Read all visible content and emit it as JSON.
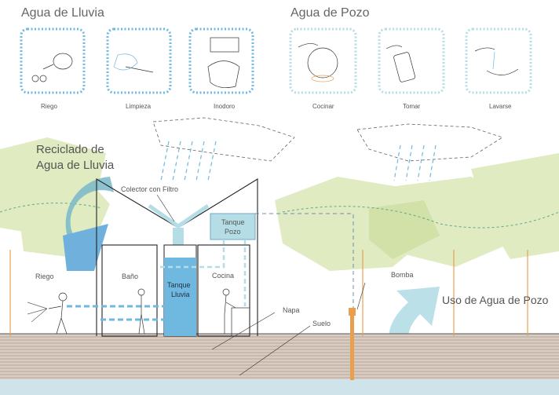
{
  "headings": {
    "rain": "Agua de Lluvia",
    "well": "Agua de Pozo"
  },
  "rain_uses": [
    "Riego",
    "Limpieza",
    "Inodoro"
  ],
  "well_uses": [
    "Cocinar",
    "Tomar",
    "Lavarse"
  ],
  "section": {
    "recycle_title_1": "Reciclado de",
    "recycle_title_2": "Agua de Lluvia",
    "collector": "Colector con Filtro",
    "well_tank_1": "Tanque",
    "well_tank_2": "Pozo",
    "rain_tank_1": "Tanque",
    "rain_tank_2": "Lluvia",
    "irrigation": "Riego",
    "bathroom": "Baño",
    "kitchen": "Cocina",
    "pump": "Bomba",
    "water_table": "Napa",
    "soil": "Suelo",
    "well_use": "Uso de Agua de Pozo"
  },
  "colors": {
    "rain_blue": "#6fb8e0",
    "well_blue": "#b5dde6",
    "tree_green": "#d8e6b0",
    "soil": "#c8b9ad",
    "pump": "#e8a050"
  }
}
